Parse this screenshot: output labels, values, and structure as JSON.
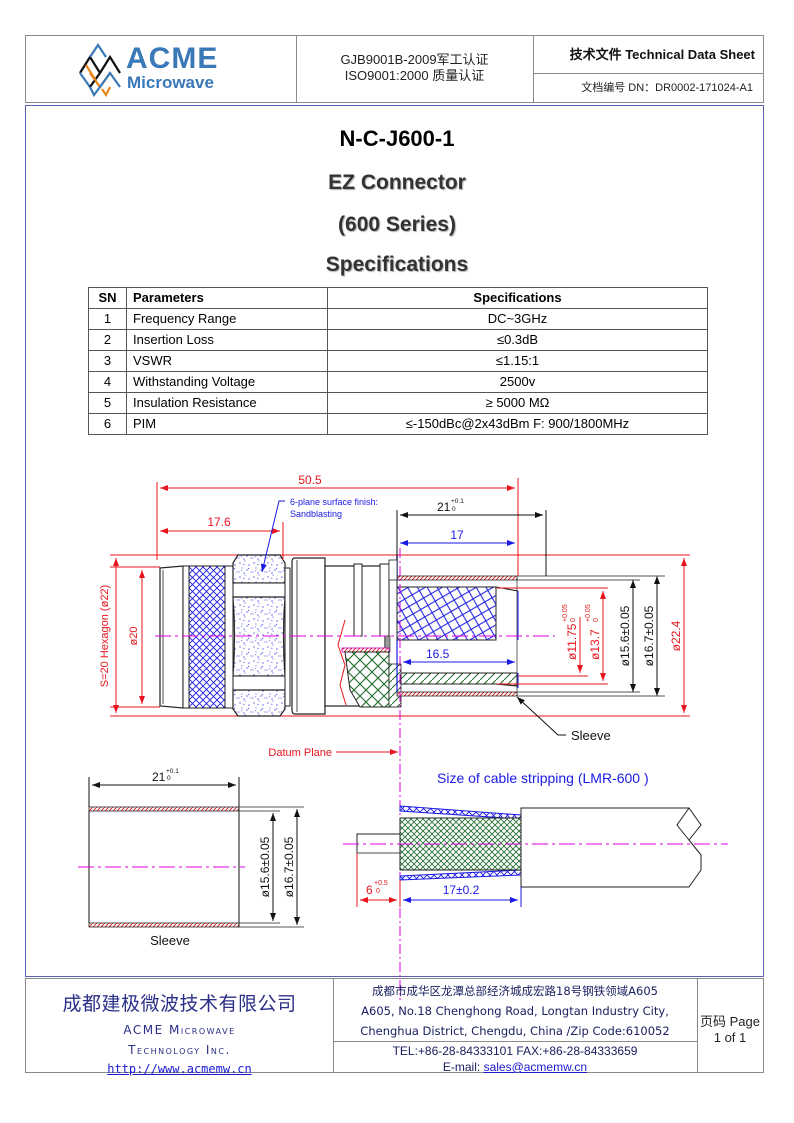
{
  "header": {
    "logo": {
      "brand": "ACME",
      "sub": "Microwave",
      "icon": "acme-wave-lattice-logo"
    },
    "certifications": [
      "GJB9001B-2009军工认证",
      "ISO9001:2000  质量认证"
    ],
    "doc_type": "技术文件  Technical Data Sheet",
    "doc_number": "文档编号  DN：DR0002-171024-A1"
  },
  "titles": {
    "model": "N-C-J600-1",
    "product": "EZ Connector",
    "series": "(600 Series)",
    "section": "Specifications"
  },
  "spec_table": {
    "headers": {
      "sn": "SN",
      "param": "Parameters",
      "spec": "Specifications"
    },
    "rows": [
      {
        "sn": "1",
        "param": "Frequency Range",
        "spec": "DC~3GHz"
      },
      {
        "sn": "2",
        "param": "Insertion Loss",
        "spec": "≤0.3dB"
      },
      {
        "sn": "3",
        "param": "VSWR",
        "spec": "≤1.15:1"
      },
      {
        "sn": "4",
        "param": "Withstanding Voltage",
        "spec": "2500v"
      },
      {
        "sn": "5",
        "param": "Insulation Resistance",
        "spec": "≥ 5000 MΩ"
      },
      {
        "sn": "6",
        "param": "PIM",
        "spec": "≤-150dBc@2x43dBm    F: 900/1800MHz"
      }
    ]
  },
  "drawing": {
    "overall_length": "50.5",
    "nut_length": "17.6",
    "finish_note_line1": "6-plane surface finish:",
    "finish_note_line2": "Sandblasting",
    "sleeve_length_main": "21",
    "sleeve_length_tol_upper": "+0.1",
    "sleeve_length_tol_lower": "0",
    "inner_length": "17",
    "insert_length": "16.5",
    "hexagon_label": "S=20 Hexagon (ø22)",
    "dia_20": "ø20",
    "dia_1175": "ø11.75",
    "dia_137": "ø13.7",
    "tol_005_upper": "+0.05",
    "tol_005_lower": "0",
    "dia_156": "ø15.6±0.05",
    "dia_167": "ø16.7±0.05",
    "dia_224": "ø22.4",
    "sleeve_callout": "Sleeve",
    "datum_plane": "Datum Plane",
    "stripping_title": "Size of cable stripping (LMR-600 )",
    "sleeve_detail_caption": "Sleeve",
    "strip_center_main": "6",
    "strip_center_tol_upper": "+0.5",
    "strip_center_tol_lower": "0",
    "strip_jacket": "17±0.2",
    "colors": {
      "dimension": "#e8141e",
      "blue": "#1a1ae6",
      "centerline": "#e000e0",
      "green_hatch": "#1d6b2a",
      "outline": "#222222"
    }
  },
  "footer": {
    "company_cn": "成都建极微波技术有限公司",
    "company_en_1": "ACME Microwave",
    "company_en_2": "Technology Inc.",
    "website": "http://www.acmemw.cn",
    "address_cn": "成都市成华区龙潭总部经济城成宏路18号钢铁领域A605",
    "address_en_1": "A605, No.18 Chenghong Road, Longtan Industry City,",
    "address_en_2": "Chenghua District, Chengdu, China /Zip Code:610052",
    "tel_fax": "TEL:+86-28-84333101    FAX:+86-28-84333659",
    "email_label": "E-mail: ",
    "email": "sales@acmemw.cn",
    "page_label": "页码  Page",
    "page_value": "1 of 1"
  }
}
